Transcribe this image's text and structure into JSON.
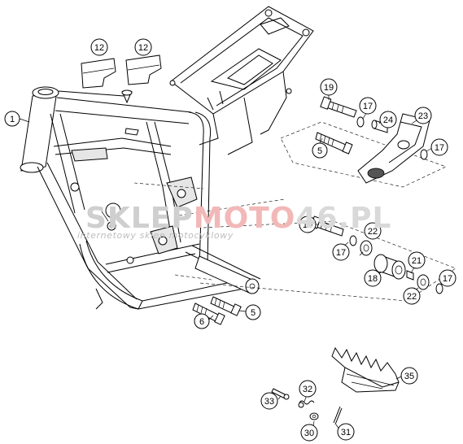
{
  "watermark": {
    "brand_part1": "SKLEP",
    "brand_part2": "MOTO",
    "brand_part3": "46.PL",
    "subtitle": "internetowy sklep motocyklowy"
  },
  "callouts": [
    {
      "id": "c1",
      "number": "1"
    },
    {
      "id": "c4",
      "number": "4"
    },
    {
      "id": "c5a",
      "number": "5"
    },
    {
      "id": "c5b",
      "number": "5"
    },
    {
      "id": "c6",
      "number": "6"
    },
    {
      "id": "c12a",
      "number": "12"
    },
    {
      "id": "c12b",
      "number": "12"
    },
    {
      "id": "c17a",
      "number": "17"
    },
    {
      "id": "c17b",
      "number": "17"
    },
    {
      "id": "c17c",
      "number": "17"
    },
    {
      "id": "c17d",
      "number": "17"
    },
    {
      "id": "c18",
      "number": "18"
    },
    {
      "id": "c19a",
      "number": "19"
    },
    {
      "id": "c19b",
      "number": "19"
    },
    {
      "id": "c21",
      "number": "21"
    },
    {
      "id": "c22a",
      "number": "22"
    },
    {
      "id": "c22b",
      "number": "22"
    },
    {
      "id": "c23",
      "number": "23"
    },
    {
      "id": "c24",
      "number": "24"
    },
    {
      "id": "c30",
      "number": "30"
    },
    {
      "id": "c31",
      "number": "31"
    },
    {
      "id": "c32",
      "number": "32"
    },
    {
      "id": "c33",
      "number": "33"
    },
    {
      "id": "c35",
      "number": "35"
    }
  ]
}
